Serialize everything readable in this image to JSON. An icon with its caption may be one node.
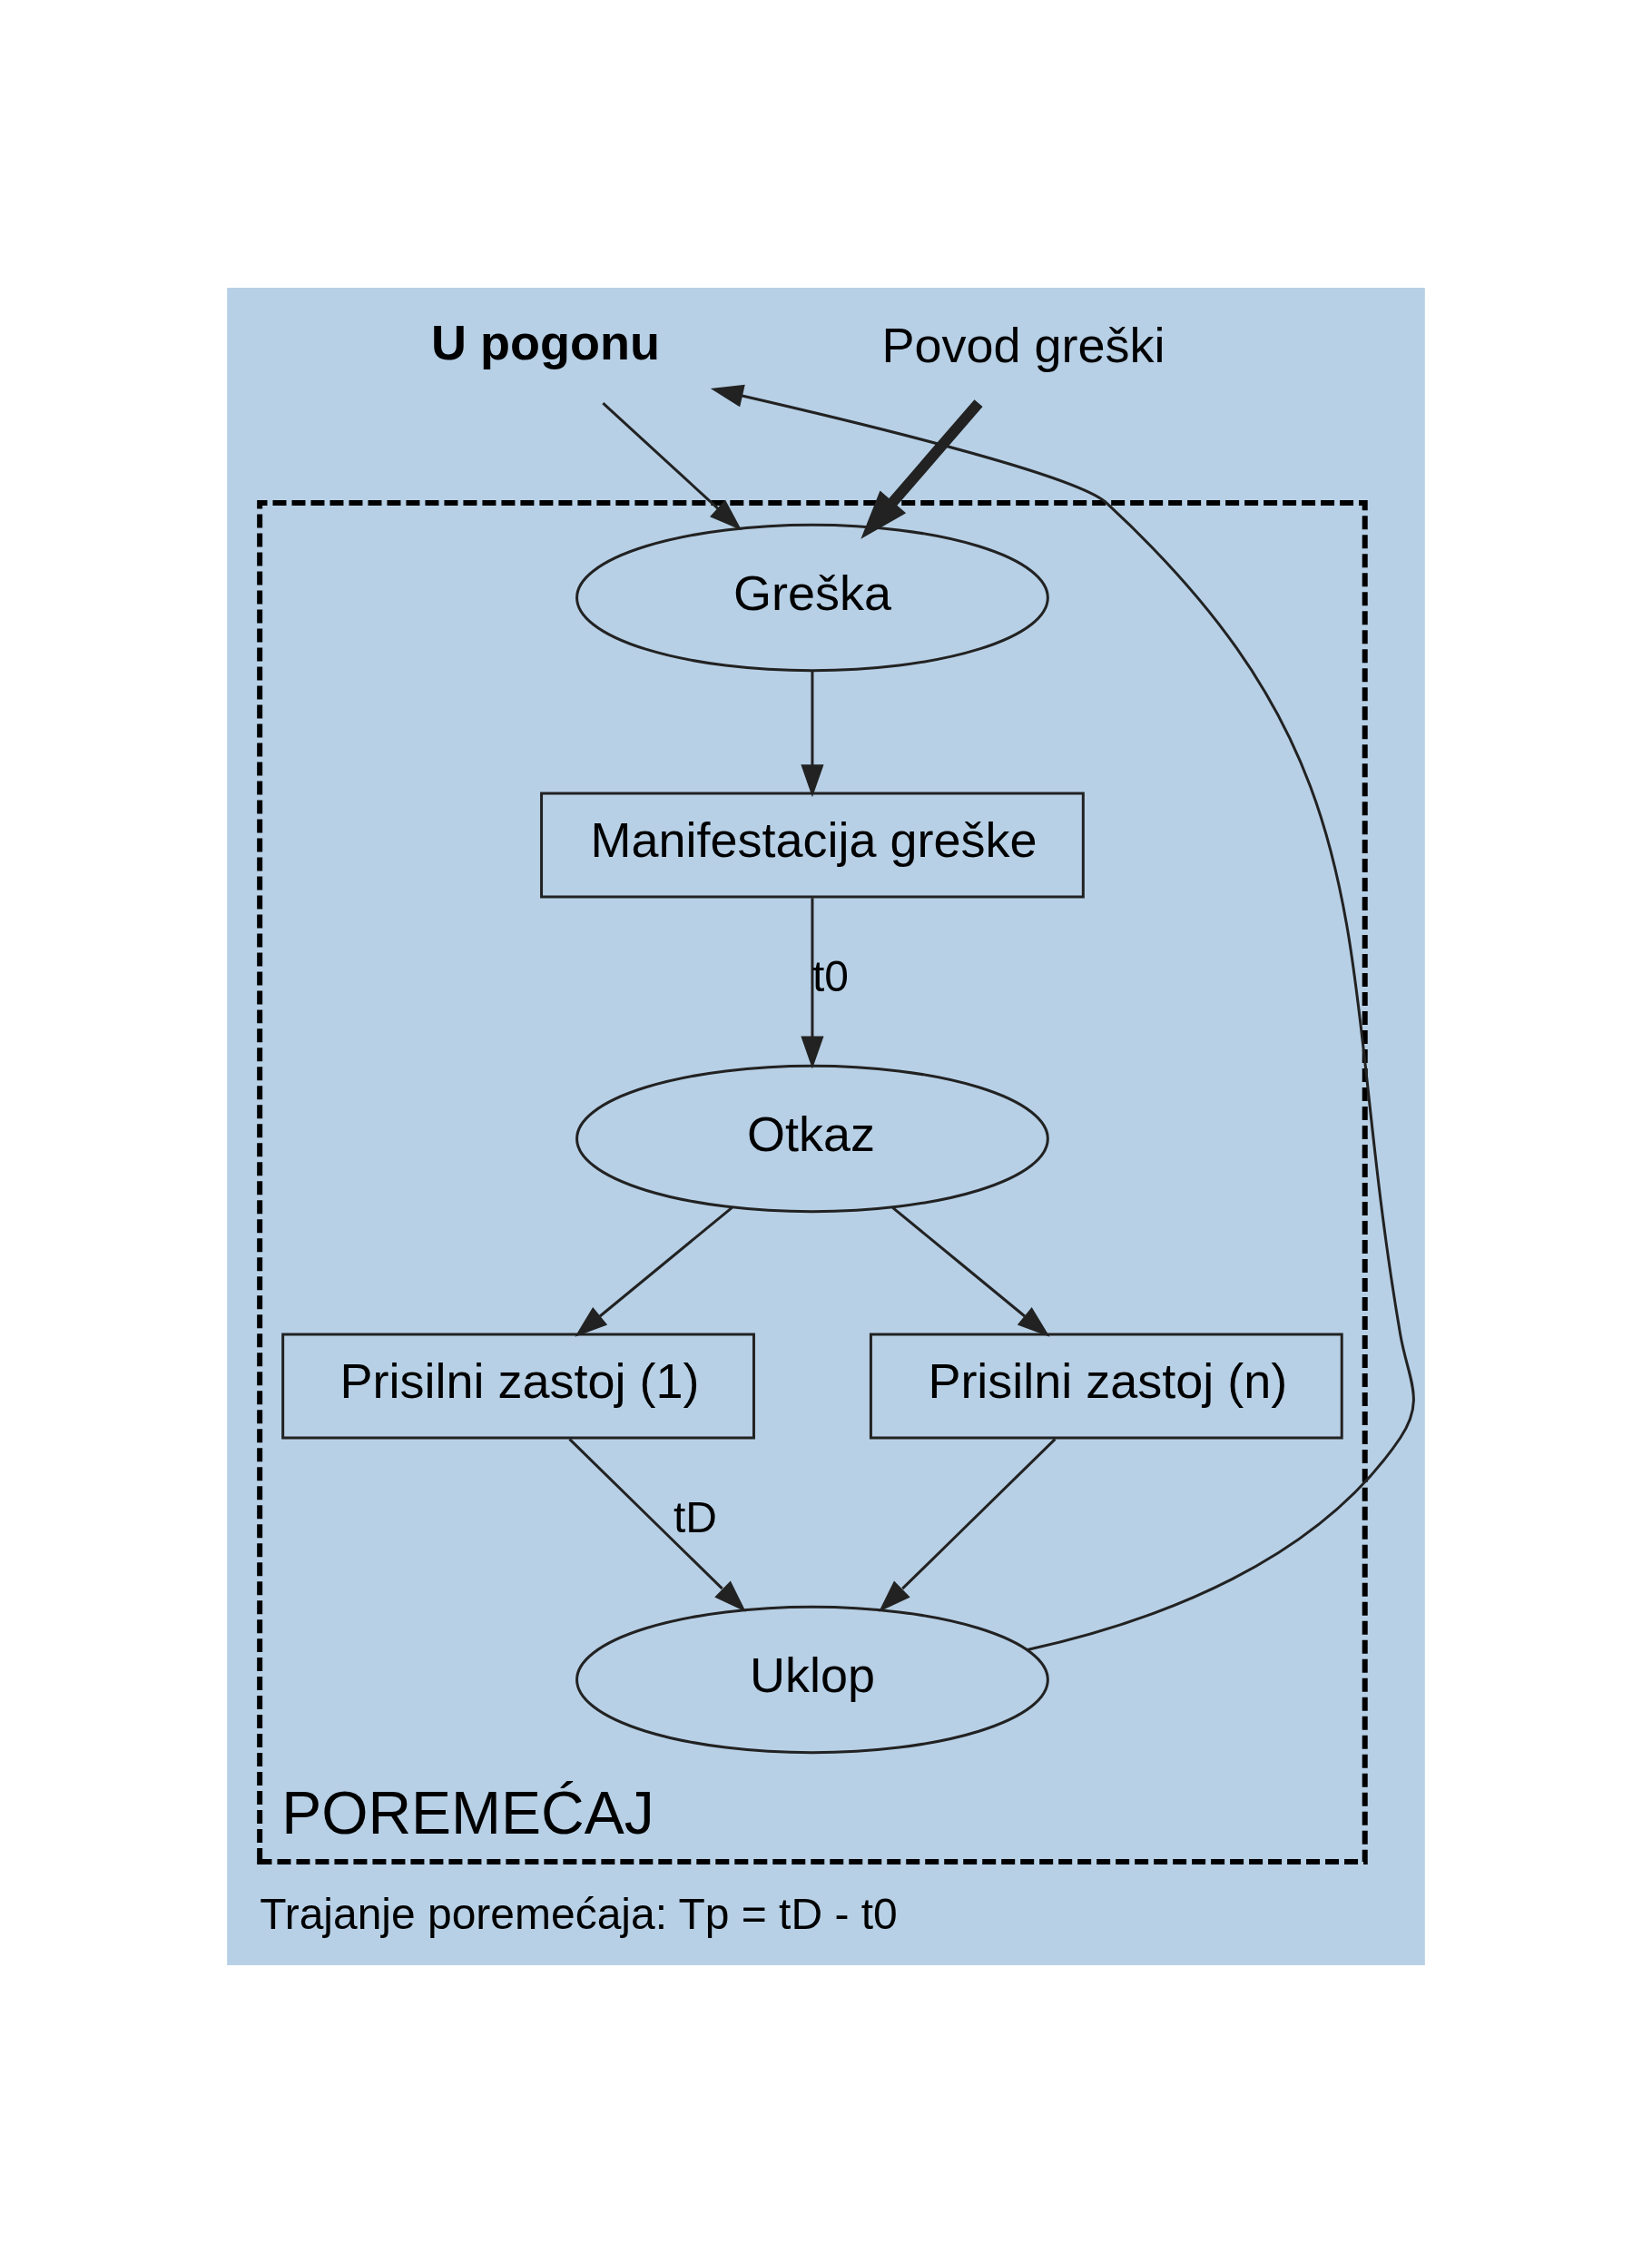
{
  "diagram": {
    "caption": "Trajanje poremećaja: Tp = tD - t0",
    "nodes": [
      {
        "text": [
          "U pogonu"
        ]
      },
      {
        "text": [
          "Povod greški"
        ]
      },
      {
        "text": [
          "POREMEĆAJ"
        ]
      },
      {
        "text": [
          "Greška"
        ],
        "in": 2
      },
      {
        "text": [
          "Manifestacija greške"
        ],
        "in": 2
      },
      {
        "text": [
          "Otkaz"
        ],
        "in": 2
      },
      {
        "text": [
          "Prisilni zastoj (1)"
        ],
        "in": 2
      },
      {
        "text": [
          "Prisilni zastoj (n)"
        ],
        "in": 2
      },
      {
        "text": [
          "Uklop"
        ],
        "in": 2
      }
    ],
    "edges": [
      {
        "from": 0,
        "to": 3,
        "arrow": "to"
      },
      {
        "from": 1,
        "to": 3,
        "arrow": "to",
        "style": "thick"
      },
      {
        "from": 3,
        "to": 4,
        "arrow": "to"
      },
      {
        "from": 4,
        "to": 5,
        "arrow": "to",
        "label": "t0"
      },
      {
        "from": 5,
        "to": 6,
        "arrow": "to"
      },
      {
        "from": 5,
        "to": 7,
        "arrow": "to"
      },
      {
        "from": 6,
        "to": 8,
        "arrow": "to",
        "label": "tD"
      },
      {
        "from": 7,
        "to": 8,
        "arrow": "to"
      },
      {
        "from": 8,
        "to": 0,
        "arrow": "to"
      }
    ]
  }
}
